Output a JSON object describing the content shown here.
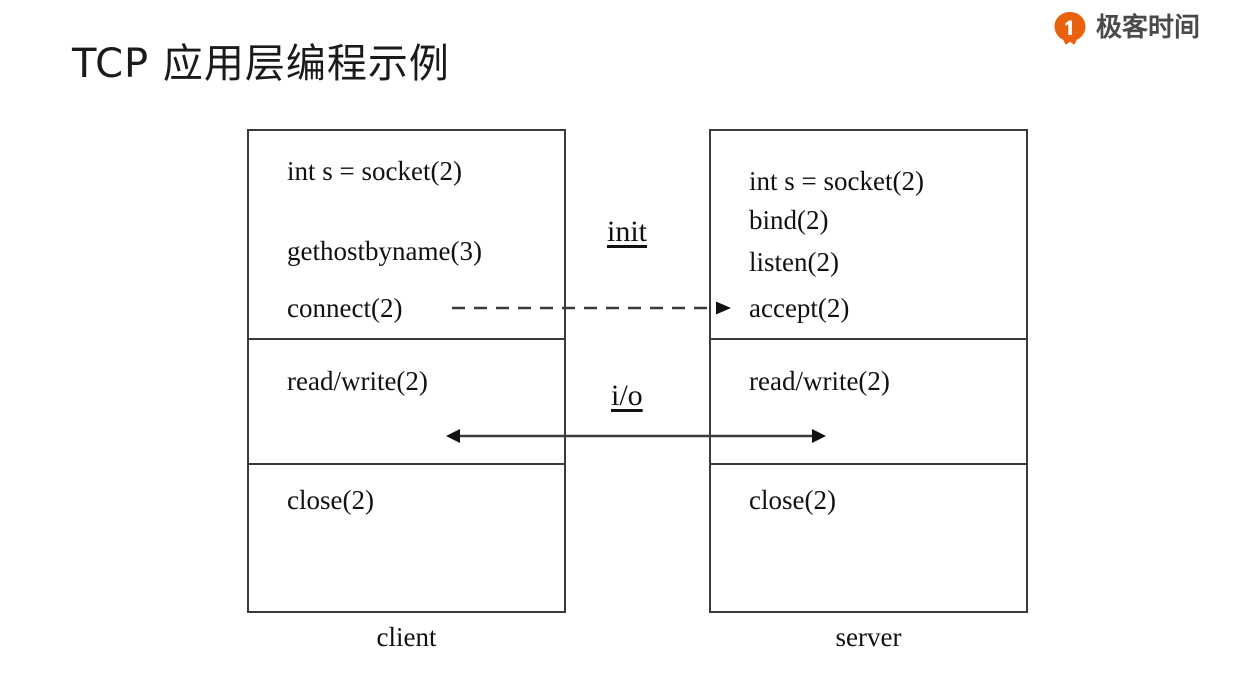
{
  "brand": {
    "name": "极客时间",
    "logo_icon": "geektime-logo-icon",
    "logo_color": "#E8610E",
    "text_color": "#4A4A4A"
  },
  "slide": {
    "title": "TCP 应用层编程示例"
  },
  "diagram": {
    "type": "sequence-block-diagram",
    "columns": [
      {
        "id": "client",
        "caption": "client",
        "sections": [
          {
            "id": "init",
            "lines": [
              "int s = socket(2)",
              "gethostbyname(3)",
              "connect(2)"
            ]
          },
          {
            "id": "io",
            "lines": [
              "read/write(2)"
            ]
          },
          {
            "id": "close",
            "lines": [
              "close(2)"
            ]
          }
        ]
      },
      {
        "id": "server",
        "caption": "server",
        "sections": [
          {
            "id": "init",
            "lines": [
              "int s = socket(2)",
              "bind(2)",
              "listen(2)",
              "accept(2)"
            ]
          },
          {
            "id": "io",
            "lines": [
              "read/write(2)"
            ]
          },
          {
            "id": "close",
            "lines": [
              "close(2)"
            ]
          }
        ]
      }
    ],
    "middle_labels": [
      {
        "id": "init",
        "text": "init",
        "underlined": true
      },
      {
        "id": "io",
        "text": "i/o",
        "underlined": true
      }
    ],
    "arrows": [
      {
        "id": "init-arrow",
        "style": "dashed",
        "direction": "client-to-server",
        "heads": "right"
      },
      {
        "id": "io-arrow",
        "style": "solid",
        "direction": "bidirectional",
        "heads": "both"
      }
    ],
    "stroke_color": "#3A3A3A",
    "text_color": "#111111",
    "background": "#FFFFFF"
  }
}
